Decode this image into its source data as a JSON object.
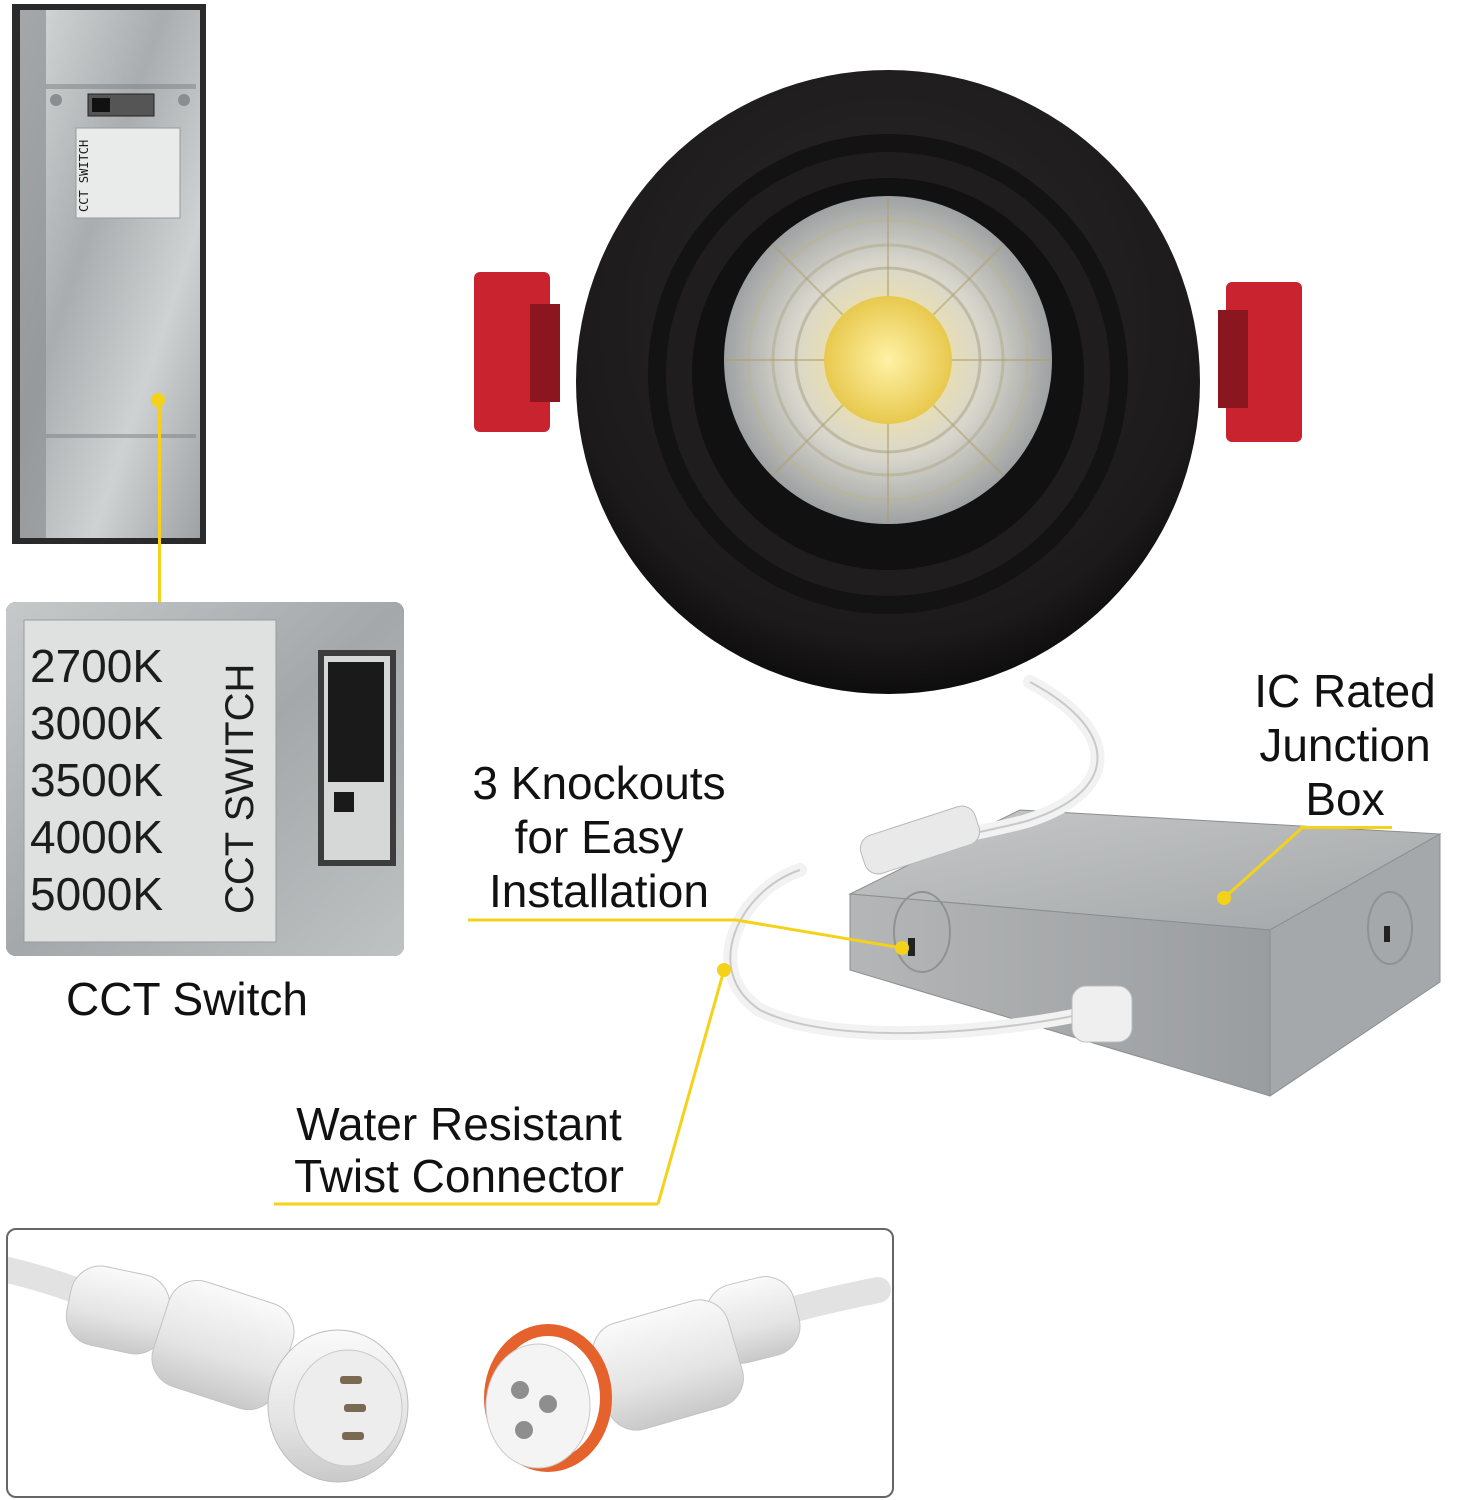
{
  "callouts": {
    "knockouts": [
      "3 Knockouts",
      "for Easy",
      "Installation"
    ],
    "junction_box": [
      "IC Rated",
      "Junction",
      "Box"
    ],
    "connector": [
      "Water Resistant",
      "Twist Connector"
    ],
    "cct_switch_caption": "CCT Switch"
  },
  "switch_panel": {
    "title": "CCT SWITCH",
    "temps": [
      "2700K",
      "3000K",
      "3500K",
      "4000K",
      "5000K"
    ]
  },
  "colors": {
    "accent_yellow": "#f5d21a",
    "trim_black": "#1c1a1a",
    "clip_red": "#c8232f",
    "metal": "#b9bcbd"
  }
}
